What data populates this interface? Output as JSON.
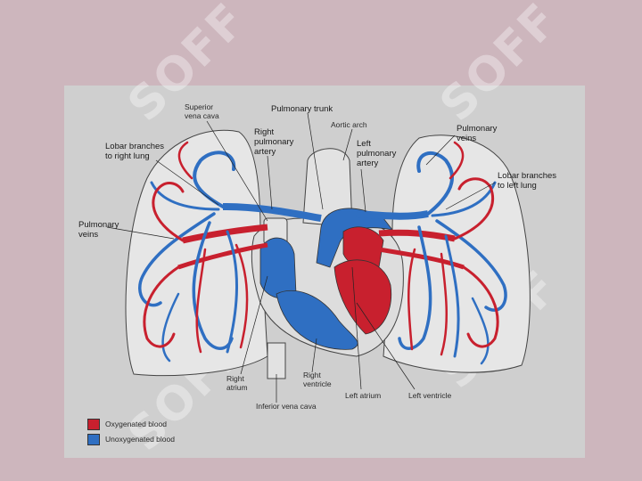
{
  "watermark": "SOFF",
  "labels": {
    "superior_vena_cava": "Superior\nvena cava",
    "pulmonary_trunk": "Pulmonary trunk",
    "aortic_arch": "Aortic arch",
    "pulmonary_veins_right": "Pulmonary\nveins",
    "lobar_right": "Lobar branches\nto right lung",
    "right_pulmonary_artery": "Right\npulmonary\nartery",
    "left_pulmonary_artery": "Left\npulmonary\nartery",
    "lobar_left": "Lobar branches\nto left lung",
    "pulmonary_veins_left": "Pulmonary\nveins",
    "right_atrium": "Right\natrium",
    "right_ventricle": "Right\nventricle",
    "left_atrium": "Left atrium",
    "left_ventricle": "Left ventricle",
    "inferior_vena_cava": "Inferior vena cava"
  },
  "legend": {
    "oxygenated": "Oxygenated blood",
    "unoxygenated": "Unoxygenated blood"
  },
  "colors": {
    "oxygenated": "#c8202e",
    "unoxygenated": "#2f6fc2",
    "background": "#cdb6bd",
    "panel": "#cfcfcf"
  }
}
